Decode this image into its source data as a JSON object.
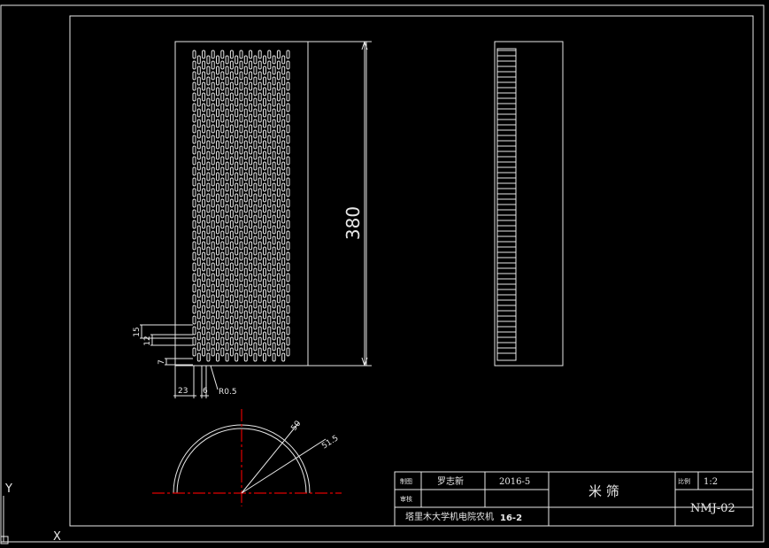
{
  "dimensions": {
    "height": "380",
    "d15": "15",
    "d12": "12",
    "d7": "7",
    "d23": "23",
    "d6": "6",
    "r05": "R0.5",
    "r50": "50",
    "r515": "51.5"
  },
  "title_block": {
    "drawn_label": "制图",
    "drawn_name": "罗志新",
    "date": "2016-5",
    "check_label": "审核",
    "part_name": "米  筛",
    "scale_label": "比例",
    "scale_value": "1:2",
    "drawing_no": "NMJ-02",
    "school": "塔里木大学机电院农机",
    "class": "16-2"
  },
  "ucs": {
    "y_label": "Y",
    "x_label": "X"
  }
}
